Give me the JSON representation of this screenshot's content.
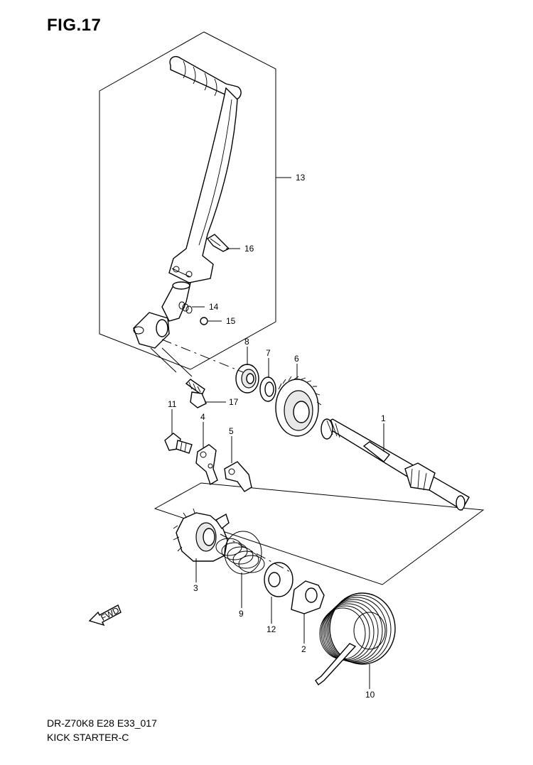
{
  "figure": {
    "title": "FIG.17"
  },
  "footer": {
    "model_code": "DR-Z70K8 E28 E33_017",
    "caption": "KICK STARTER-C"
  },
  "fwd_label": "FWD",
  "callouts": {
    "p1": "1",
    "p2": "2",
    "p3": "3",
    "p4": "4",
    "p5": "5",
    "p6": "6",
    "p7": "7",
    "p8": "8",
    "p9": "9",
    "p10": "10",
    "p11": "11",
    "p12": "12",
    "p13": "13",
    "p14": "14",
    "p15": "15",
    "p16": "16",
    "p17": "17"
  }
}
